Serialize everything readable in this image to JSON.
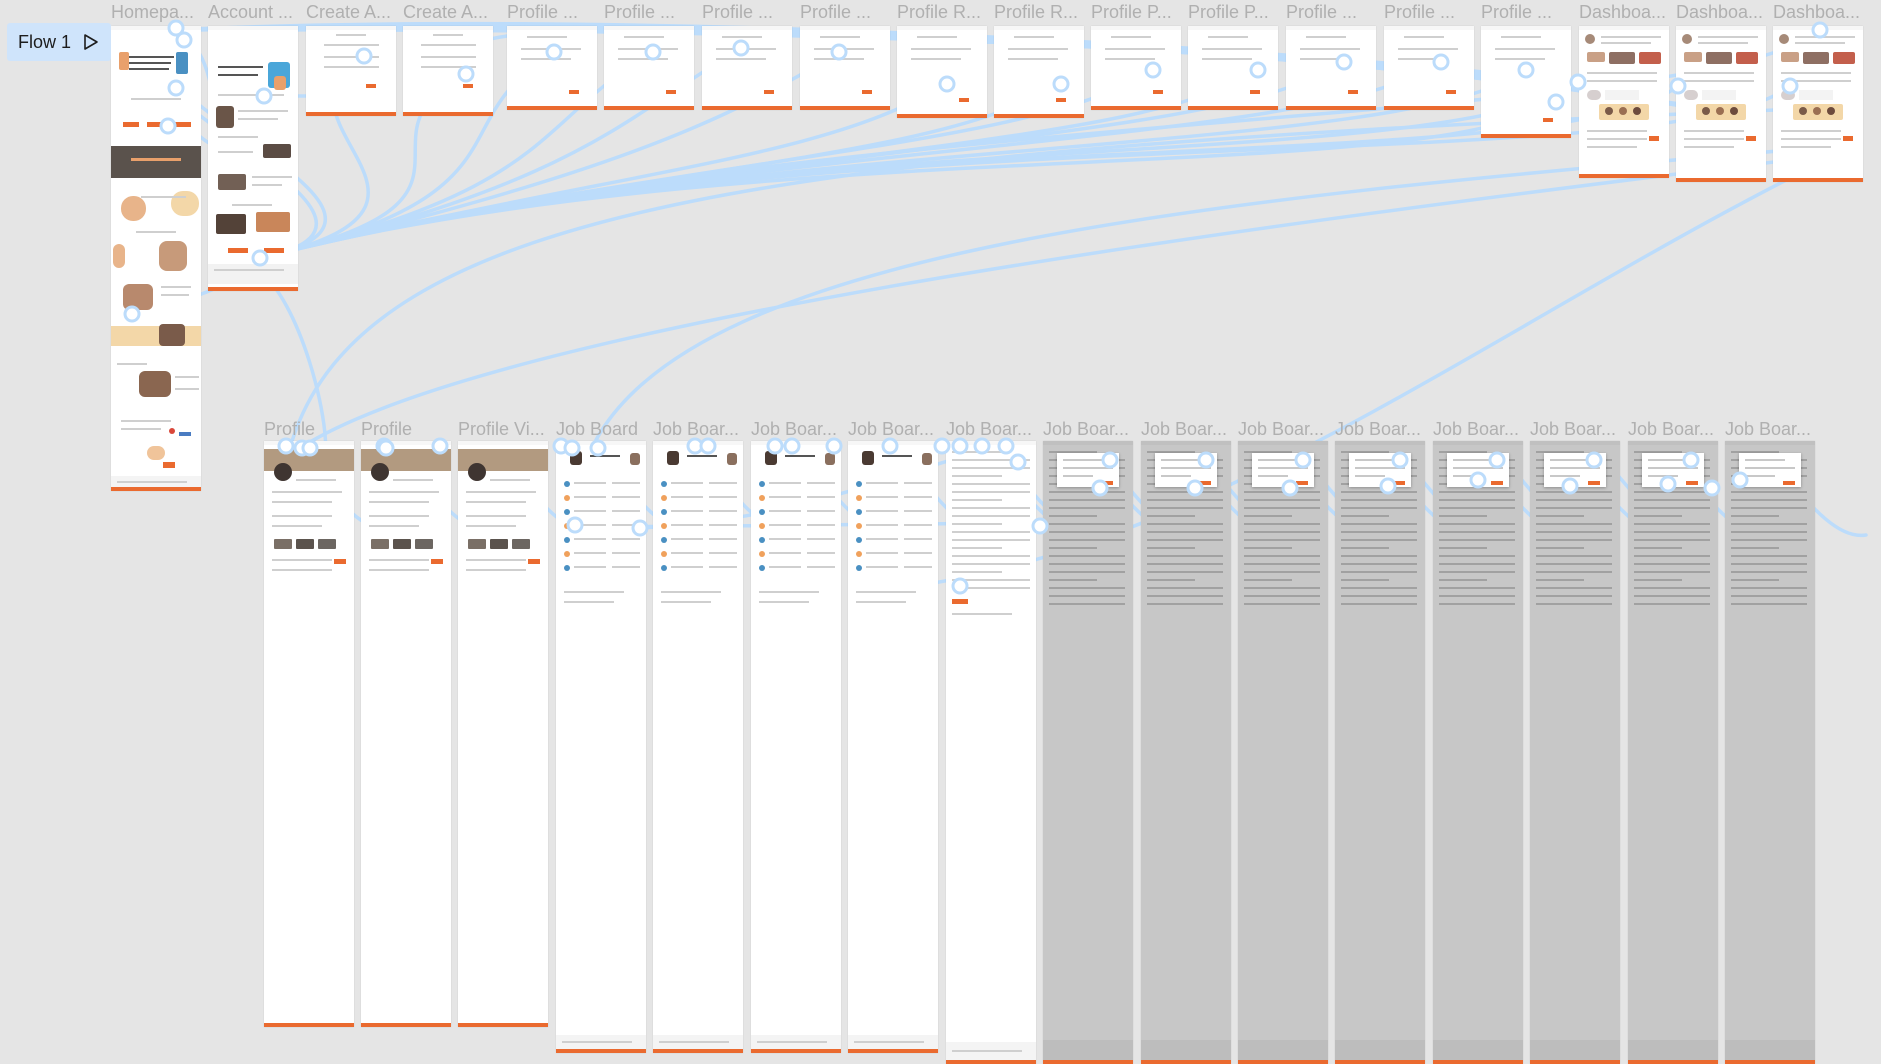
{
  "flow": {
    "label": "Flow 1",
    "icon": "play-icon"
  },
  "colors": {
    "canvas": "#e5e5e5",
    "chip": "#cfe4fb",
    "connector": "#bcdcfb",
    "node_fill": "#ffffff",
    "frame_label": "#b0b0b0",
    "accent_orange": "#ea6a2f",
    "photo_dark": "#5a524c",
    "photo_warm": "#e8b48a",
    "avatar_gold": "#f3d7a8"
  },
  "frames": [
    {
      "label": "Homepa...",
      "type": "homepage"
    },
    {
      "label": "Account ...",
      "type": "account"
    },
    {
      "label": "Create A...",
      "type": "form"
    },
    {
      "label": "Create A...",
      "type": "form"
    },
    {
      "label": "Profile ...",
      "type": "small"
    },
    {
      "label": "Profile ...",
      "type": "small"
    },
    {
      "label": "Profile ...",
      "type": "small"
    },
    {
      "label": "Profile ...",
      "type": "small"
    },
    {
      "label": "Profile R...",
      "type": "small"
    },
    {
      "label": "Profile R...",
      "type": "small"
    },
    {
      "label": "Profile P...",
      "type": "small"
    },
    {
      "label": "Profile P...",
      "type": "small"
    },
    {
      "label": "Profile ...",
      "type": "small"
    },
    {
      "label": "Profile ...",
      "type": "small"
    },
    {
      "label": "Profile ...",
      "type": "small"
    },
    {
      "label": "Dashboa...",
      "type": "dashboard"
    },
    {
      "label": "Dashboa...",
      "type": "dashboard"
    },
    {
      "label": "Dashboa...",
      "type": "dashboard"
    },
    {
      "label": "Profile",
      "type": "profile"
    },
    {
      "label": "Profile",
      "type": "profile"
    },
    {
      "label": "Profile Vi...",
      "type": "profile"
    },
    {
      "label": "Job Board",
      "type": "jobboard"
    },
    {
      "label": "Job Boar...",
      "type": "jobboard"
    },
    {
      "label": "Job Boar...",
      "type": "jobboard"
    },
    {
      "label": "Job Boar...",
      "type": "jobboard"
    },
    {
      "label": "Job Boar...",
      "type": "jobdetail"
    },
    {
      "label": "Job Boar...",
      "type": "modal"
    },
    {
      "label": "Job Boar...",
      "type": "modal"
    },
    {
      "label": "Job Boar...",
      "type": "modal"
    },
    {
      "label": "Job Boar...",
      "type": "modal"
    },
    {
      "label": "Job Boar...",
      "type": "modal"
    },
    {
      "label": "Job Boar...",
      "type": "modal"
    },
    {
      "label": "Job Boar...",
      "type": "modal"
    },
    {
      "label": "Job Boar...",
      "type": "modal"
    }
  ]
}
